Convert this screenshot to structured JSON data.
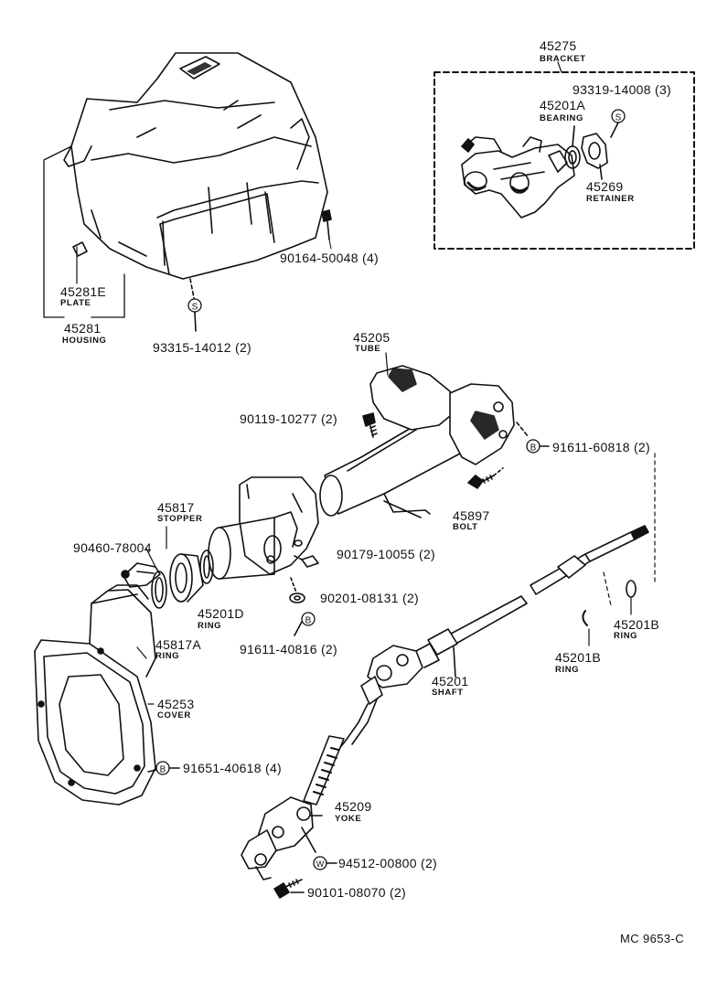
{
  "figure_ref": "MC 9653-C",
  "parts": [
    {
      "id": "bracket",
      "number": "45275",
      "name": "BRACKET"
    },
    {
      "id": "bolt-93319",
      "number": "93319-14008 (3)",
      "name": ""
    },
    {
      "id": "bearing",
      "number": "45201A",
      "name": "BEARING"
    },
    {
      "id": "retainer",
      "number": "45269",
      "name": "RETAINER"
    },
    {
      "id": "screw-90164",
      "number": "90164-50048 (4)",
      "name": ""
    },
    {
      "id": "plate",
      "number": "45281E",
      "name": "PLATE"
    },
    {
      "id": "housing",
      "number": "45281",
      "name": "HOUSING"
    },
    {
      "id": "bolt-93315",
      "number": "93315-14012 (2)",
      "name": ""
    },
    {
      "id": "tube",
      "number": "45205",
      "name": "TUBE"
    },
    {
      "id": "bolt-90119",
      "number": "90119-10277 (2)",
      "name": ""
    },
    {
      "id": "bolt-91611a",
      "number": "91611-60818 (2)",
      "name": ""
    },
    {
      "id": "bolt",
      "number": "45897",
      "name": "BOLT"
    },
    {
      "id": "stopper",
      "number": "45817",
      "name": "STOPPER"
    },
    {
      "id": "clip-90460",
      "number": "90460-78004",
      "name": ""
    },
    {
      "id": "nut-90179",
      "number": "90179-10055 (2)",
      "name": ""
    },
    {
      "id": "washer-90201",
      "number": "90201-08131 (2)",
      "name": ""
    },
    {
      "id": "ring-d",
      "number": "45201D",
      "name": "RING"
    },
    {
      "id": "ring-a",
      "number": "45817A",
      "name": "RING"
    },
    {
      "id": "bolt-91611b",
      "number": "91611-40816 (2)",
      "name": ""
    },
    {
      "id": "ring-b1",
      "number": "45201B",
      "name": "RING"
    },
    {
      "id": "ring-b2",
      "number": "45201B",
      "name": "RING"
    },
    {
      "id": "shaft",
      "number": "45201",
      "name": "SHAFT"
    },
    {
      "id": "cover",
      "number": "45253",
      "name": "COVER"
    },
    {
      "id": "bolt-91651",
      "number": "91651-40618 (4)",
      "name": ""
    },
    {
      "id": "yoke",
      "number": "45209",
      "name": "YOKE"
    },
    {
      "id": "washer-94512",
      "number": "94512-00800 (2)",
      "name": ""
    },
    {
      "id": "bolt-90101",
      "number": "90101-08070 (2)",
      "name": ""
    }
  ],
  "symbols": {
    "s": "S",
    "b": "B",
    "w": "W"
  }
}
